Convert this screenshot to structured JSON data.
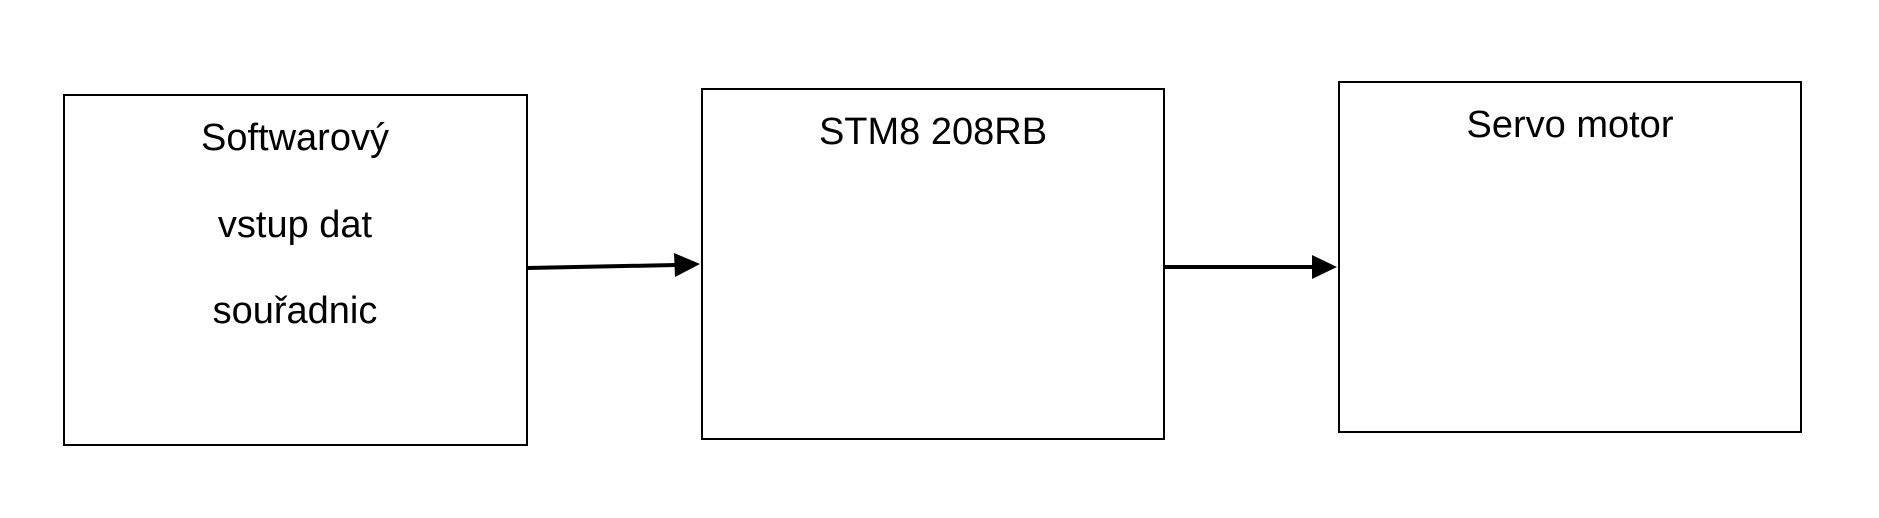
{
  "diagram": {
    "blocks": [
      {
        "id": "software-input",
        "lines": [
          "Softwarový",
          "vstup dat",
          "souřadnic"
        ]
      },
      {
        "id": "stm8",
        "lines": [
          "STM8 208RB"
        ]
      },
      {
        "id": "servo",
        "lines": [
          "Servo motor"
        ]
      }
    ],
    "connections": [
      {
        "from": "software-input",
        "to": "stm8"
      },
      {
        "from": "stm8",
        "to": "servo"
      }
    ],
    "colors": {
      "stroke": "#000000",
      "background": "#ffffff"
    }
  }
}
